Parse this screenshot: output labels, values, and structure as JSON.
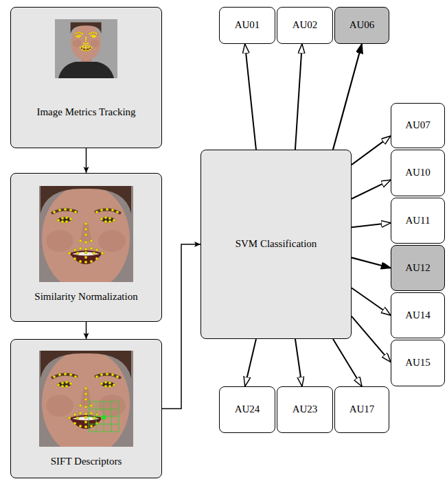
{
  "diagram": {
    "nodes": [
      {
        "text": [
          "Image Metrics Tracking"
        ]
      },
      {
        "text": [
          "Similarity Normalization"
        ]
      },
      {
        "text": [
          "SIFT Descriptors"
        ]
      },
      {
        "text": [
          "SVM Classification"
        ]
      },
      {
        "text": [
          "AU01"
        ]
      },
      {
        "text": [
          "AU02"
        ]
      },
      {
        "text": [
          "AU06"
        ]
      },
      {
        "text": [
          "AU07"
        ]
      },
      {
        "text": [
          "AU10"
        ]
      },
      {
        "text": [
          "AU11"
        ]
      },
      {
        "text": [
          "AU12"
        ]
      },
      {
        "text": [
          "AU14"
        ]
      },
      {
        "text": [
          "AU15"
        ]
      },
      {
        "text": [
          "AU24"
        ]
      },
      {
        "text": [
          "AU23"
        ]
      },
      {
        "text": [
          "AU17"
        ]
      }
    ],
    "edges": [
      {
        "from": 0,
        "to": 1,
        "arrow": "to"
      },
      {
        "from": 1,
        "to": 2,
        "arrow": "to"
      },
      {
        "from": 2,
        "to": 3,
        "arrow": "to"
      },
      {
        "from": 3,
        "to": 4,
        "arrow": "to"
      },
      {
        "from": 3,
        "to": 5,
        "arrow": "to"
      },
      {
        "from": 3,
        "to": 6,
        "arrow": "to"
      },
      {
        "from": 3,
        "to": 7,
        "arrow": "to"
      },
      {
        "from": 3,
        "to": 8,
        "arrow": "to"
      },
      {
        "from": 3,
        "to": 9,
        "arrow": "to"
      },
      {
        "from": 3,
        "to": 10,
        "arrow": "to"
      },
      {
        "from": 3,
        "to": 11,
        "arrow": "to"
      },
      {
        "from": 3,
        "to": 12,
        "arrow": "to"
      },
      {
        "from": 3,
        "to": 13,
        "arrow": "to"
      },
      {
        "from": 3,
        "to": 14,
        "arrow": "to"
      },
      {
        "from": 3,
        "to": 15,
        "arrow": "to"
      }
    ]
  }
}
